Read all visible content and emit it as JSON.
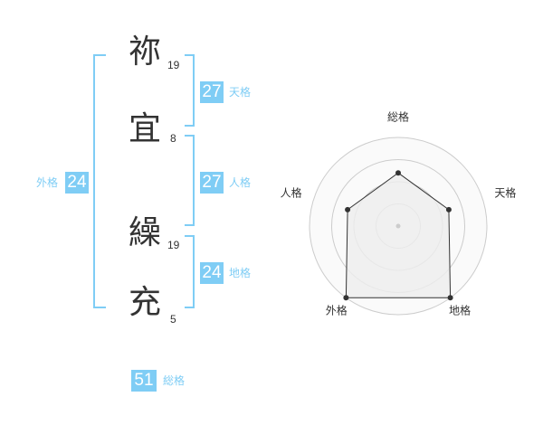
{
  "name": {
    "characters": [
      {
        "char": "祢",
        "strokes": "19"
      },
      {
        "char": "宜",
        "strokes": "8"
      },
      {
        "char": "繰",
        "strokes": "19"
      },
      {
        "char": "充",
        "strokes": "5"
      }
    ]
  },
  "fortune": {
    "tenkaku": {
      "label": "天格",
      "value": "27"
    },
    "jinkaku": {
      "label": "人格",
      "value": "27"
    },
    "chikaku": {
      "label": "地格",
      "value": "24"
    },
    "gaikaku": {
      "label": "外格",
      "value": "24"
    },
    "soukaku": {
      "label": "総格",
      "value": "51"
    }
  },
  "chart_data": {
    "type": "radar",
    "axes": [
      "総格",
      "天格",
      "地格",
      "外格",
      "人格"
    ],
    "values": [
      3,
      3,
      5,
      5,
      3
    ],
    "range": [
      0,
      5
    ],
    "rings": 4,
    "colors": {
      "accent": "#7fcdf5",
      "stroke": "#333333",
      "fill": "#eeeeee",
      "grid": "#cccccc"
    }
  }
}
